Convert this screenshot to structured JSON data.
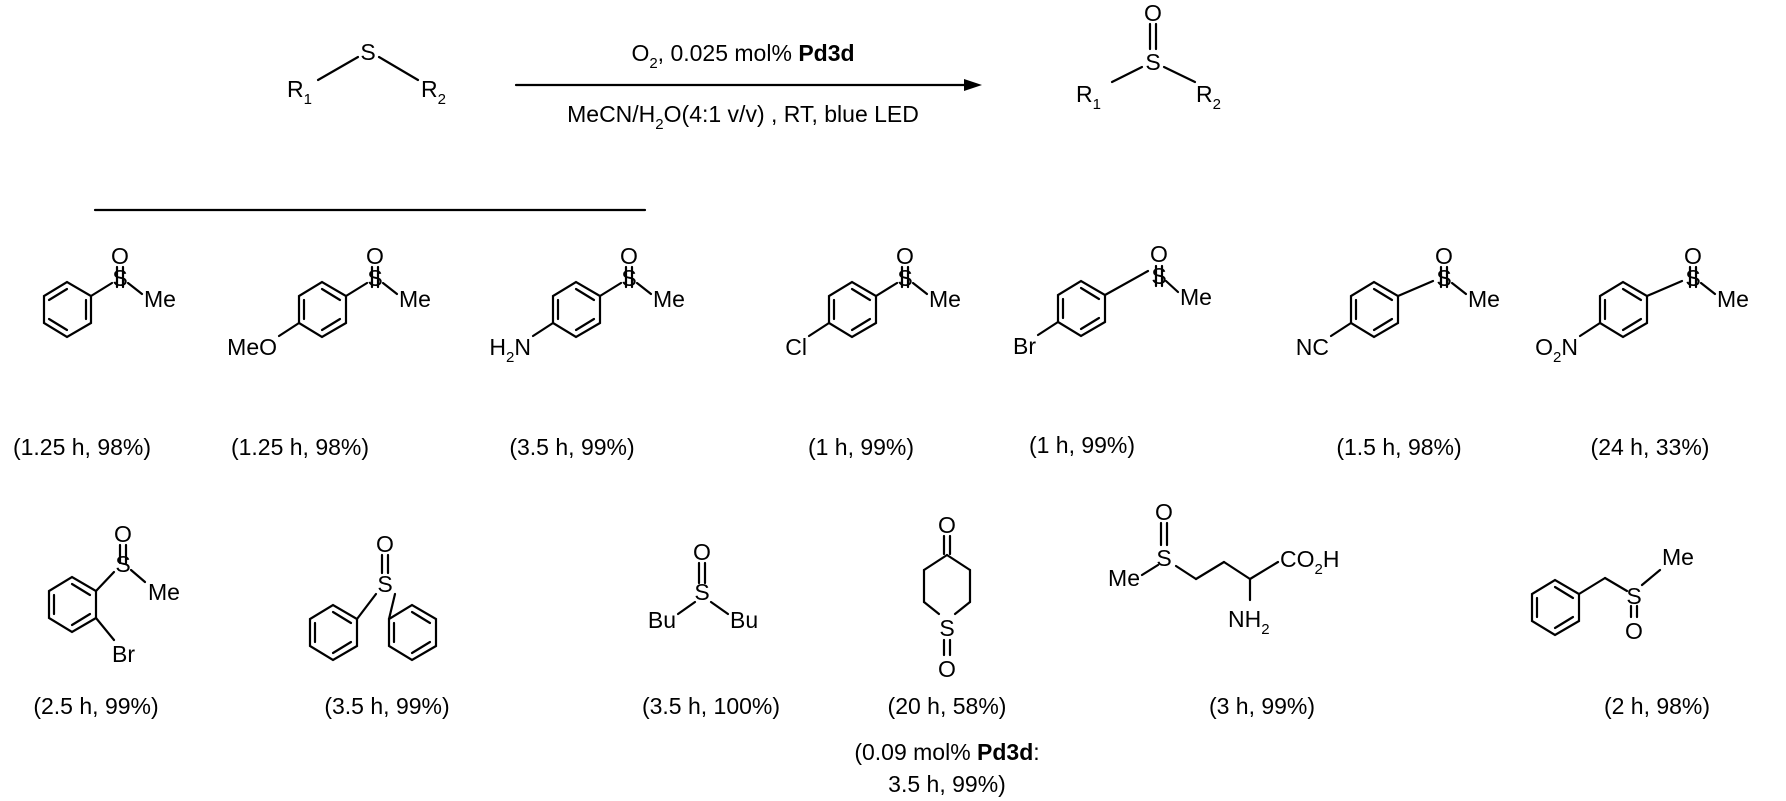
{
  "scheme": {
    "reactant": {
      "R1": "R",
      "R1_sub": "1",
      "S": "S",
      "R2": "R",
      "R2_sub": "2"
    },
    "product": {
      "O": "O",
      "R1": "R",
      "R1_sub": "1",
      "S": "S",
      "R2": "R",
      "R2_sub": "2"
    },
    "conditions_top": {
      "o": "O",
      "o_sub": "2",
      "rest": ", 0.025 mol% ",
      "catalyst": "Pd3d"
    },
    "conditions_bottom": {
      "a": "MeCN/H",
      "a_sub": "2",
      "b": "O(4:1 v/v) , RT, blue LED"
    }
  },
  "labels": {
    "O": "O",
    "S": "S",
    "Me": "Me",
    "MeO": "MeO",
    "H": "H",
    "N": "N",
    "two": "2",
    "Cl": "Cl",
    "Br": "Br",
    "NC": "NC",
    "Bu": "Bu",
    "CO": "CO",
    "NH": "NH"
  },
  "results": {
    "r1": "(1.25 h, 98%)",
    "r2": "(1.25 h, 98%)",
    "r3": "(3.5 h, 99%)",
    "r4": "(1 h, 99%)",
    "r5": "(1 h, 99%)",
    "r6": "(1.5 h, 98%)",
    "r7": "(24 h, 33%)",
    "r8": "(2.5 h, 99%)",
    "r9": "(3.5 h, 99%)",
    "r10": "(3.5 h, 100%)",
    "r11": "(20 h, 58%)",
    "r11_note_a": "(0.09 mol% ",
    "r11_note_cat": "Pd3d",
    "r11_note_b": ":",
    "r11_note_c": "3.5 h, 99%)",
    "r12": "(3 h, 99%)",
    "r13": "(2 h, 98%)"
  }
}
